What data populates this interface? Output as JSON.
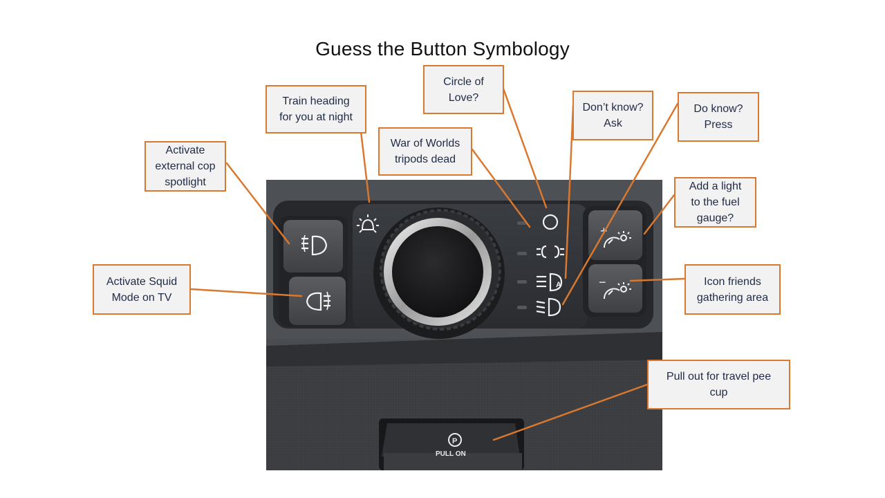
{
  "title": "Guess the Button Symbology",
  "callouts": {
    "cop_spotlight": "Activate\nexternal cop\nspotlight",
    "squid_mode": "Activate Squid\nMode on TV",
    "train": "Train heading\nfor you at night",
    "war_of_worlds": "War of Worlds\ntripods dead",
    "circle_of_love": "Circle of\nLove?",
    "dont_know": "Don’t know?\nAsk",
    "do_know": "Do know?\nPress",
    "fuel_gauge": "Add a light\nto the fuel\ngauge?",
    "icon_friends": "Icon friends\ngathering area",
    "pee_cup": "Pull out for travel pee\ncup"
  },
  "photo": {
    "parking_brake_label": "PULL ON",
    "parking_brake_symbol": "P",
    "dimmer_plus": "+",
    "dimmer_minus": "−"
  },
  "colors": {
    "callout_border": "#d9782e",
    "leader_line": "#d9782e",
    "callout_fill": "#f2f2f2"
  }
}
